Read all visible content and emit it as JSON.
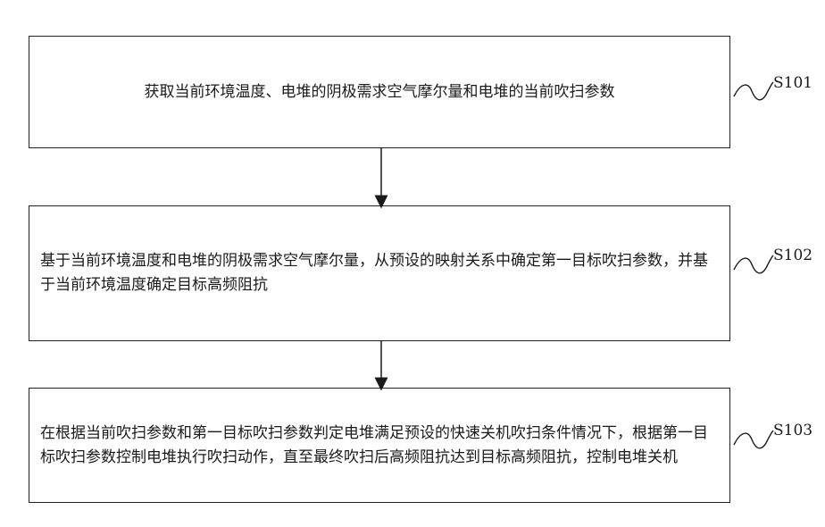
{
  "steps": [
    {
      "id": "S101",
      "text": "获取当前环境温度、电堆的阴极需求空气摩尔量和电堆的当前吹扫参数"
    },
    {
      "id": "S102",
      "text": "基于当前环境温度和电堆的阴极需求空气摩尔量，从预设的映射关系中确定第一目标吹扫参数，并基于当前环境温度确定目标高频阻抗"
    },
    {
      "id": "S103",
      "text": "在根据当前吹扫参数和第一目标吹扫参数判定电堆满足预设的快速关机吹扫条件情况下，根据第一目标吹扫参数控制电堆执行吹扫动作，直至最终吹扫后高频阻抗达到目标高频阻抗，控制电堆关机"
    }
  ]
}
